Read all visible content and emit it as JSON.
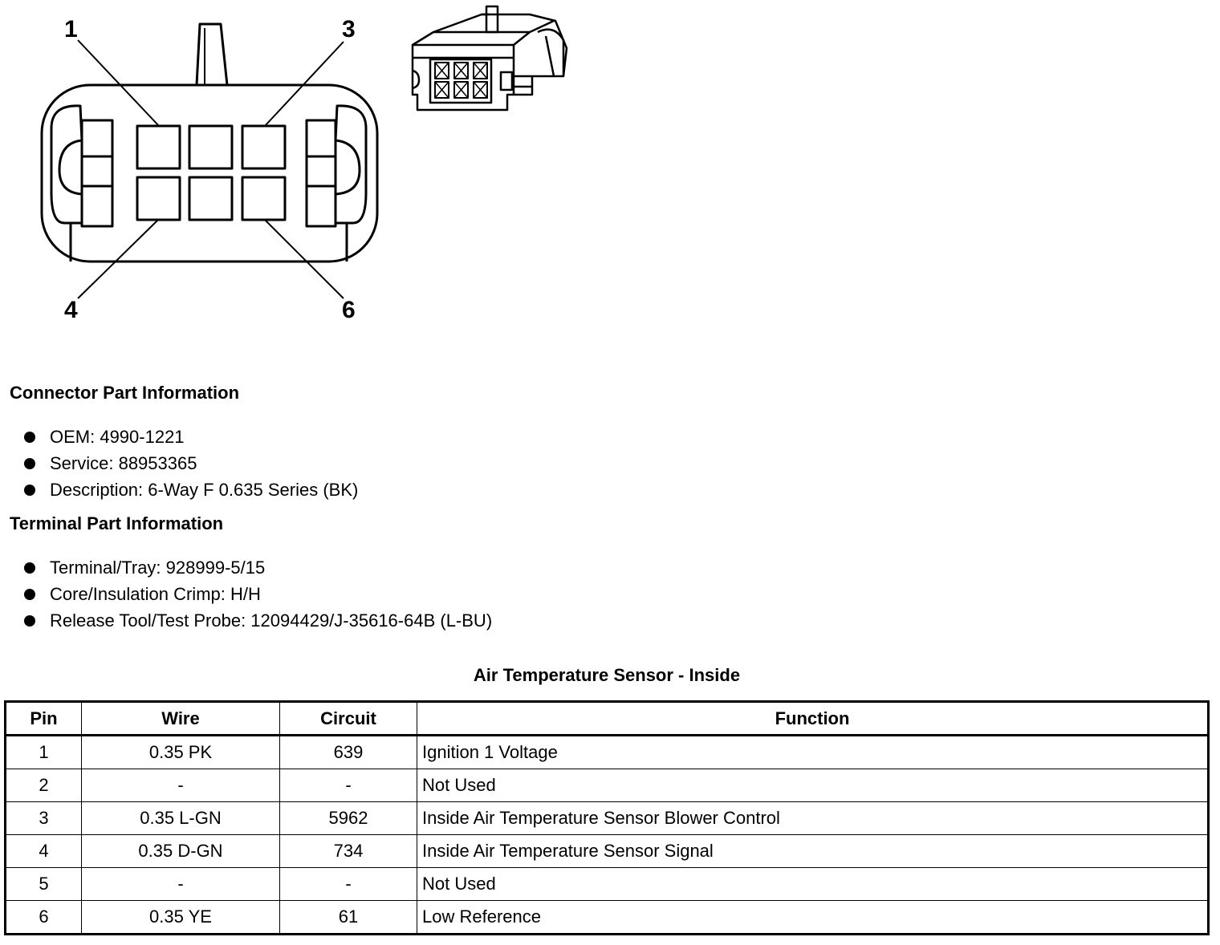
{
  "callouts": {
    "pin1": "1",
    "pin3": "3",
    "pin4": "4",
    "pin6": "6"
  },
  "connector_info": {
    "heading": "Connector Part Information",
    "items": [
      "OEM: 4990-1221",
      "Service: 88953365",
      "Description: 6-Way F 0.635 Series (BK)"
    ]
  },
  "terminal_info": {
    "heading": "Terminal Part Information",
    "items": [
      "Terminal/Tray: 928999-5/15",
      "Core/Insulation Crimp: H/H",
      "Release Tool/Test Probe: 12094429/J-35616-64B (L-BU)"
    ]
  },
  "table": {
    "title": "Air Temperature Sensor - Inside",
    "headers": {
      "pin": "Pin",
      "wire": "Wire",
      "circuit": "Circuit",
      "function": "Function"
    },
    "rows": [
      {
        "pin": "1",
        "wire": "0.35 PK",
        "circuit": "639",
        "function": "Ignition 1 Voltage"
      },
      {
        "pin": "2",
        "wire": "-",
        "circuit": "-",
        "function": "Not Used"
      },
      {
        "pin": "3",
        "wire": "0.35 L-GN",
        "circuit": "5962",
        "function": "Inside Air Temperature Sensor Blower Control"
      },
      {
        "pin": "4",
        "wire": "0.35 D-GN",
        "circuit": "734",
        "function": "Inside Air Temperature Sensor Signal"
      },
      {
        "pin": "5",
        "wire": "-",
        "circuit": "-",
        "function": "Not Used"
      },
      {
        "pin": "6",
        "wire": "0.35 YE",
        "circuit": "61",
        "function": "Low Reference"
      }
    ]
  }
}
